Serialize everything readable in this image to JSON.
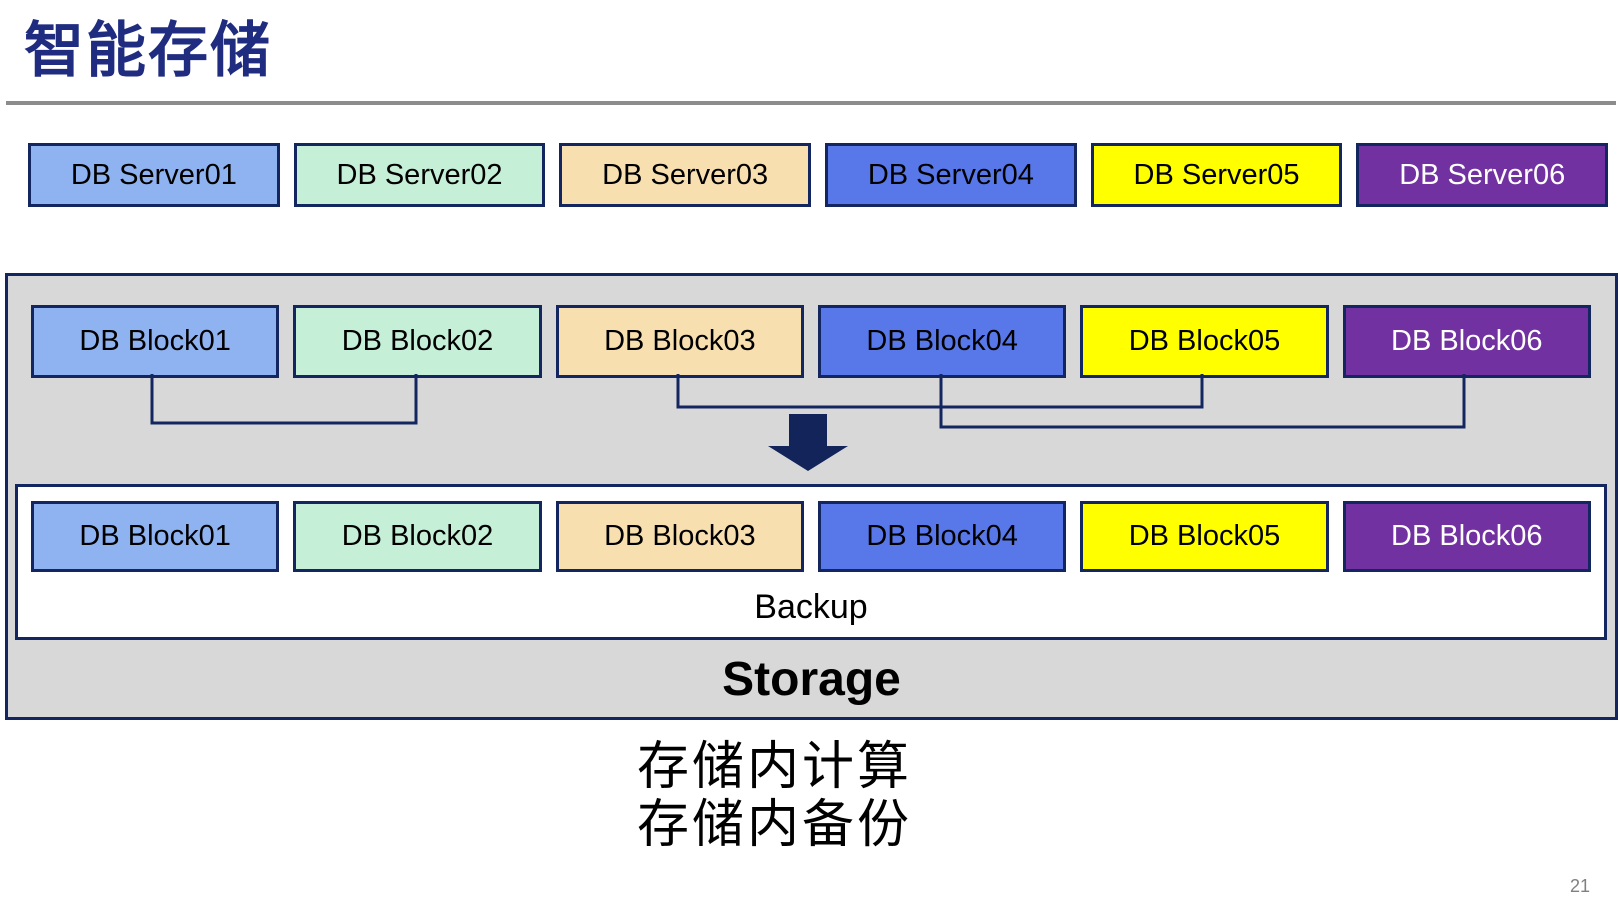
{
  "title": "智能存储",
  "page_number": "21",
  "colors": {
    "title": "#1F2C80",
    "box_border": "#13265F",
    "connector": "#13265F",
    "arrow": "#122459",
    "storage_panel_fill": "#D8D8D8",
    "backup_panel_fill": "#FFFFFF",
    "divider": "#8C8C8C",
    "palette": [
      "#8FB3F0",
      "#C5EFD7",
      "#F8DFB0",
      "#5877E8",
      "#FFFF00",
      "#7231A0"
    ]
  },
  "servers": [
    {
      "label": "DB Server01",
      "bg": "#8FB3F0",
      "fg": "#000000"
    },
    {
      "label": "DB Server02",
      "bg": "#C5EFD7",
      "fg": "#000000"
    },
    {
      "label": "DB Server03",
      "bg": "#F8DFB0",
      "fg": "#000000"
    },
    {
      "label": "DB Server04",
      "bg": "#5877E8",
      "fg": "#000000"
    },
    {
      "label": "DB Server05",
      "bg": "#FFFF00",
      "fg": "#000000"
    },
    {
      "label": "DB Server06",
      "bg": "#7231A0",
      "fg": "#FFFFFF"
    }
  ],
  "storage": {
    "blocks": [
      {
        "label": "DB Block01",
        "bg": "#8FB3F0",
        "fg": "#000000"
      },
      {
        "label": "DB Block02",
        "bg": "#C5EFD7",
        "fg": "#000000"
      },
      {
        "label": "DB Block03",
        "bg": "#F8DFB0",
        "fg": "#000000"
      },
      {
        "label": "DB Block04",
        "bg": "#5877E8",
        "fg": "#000000"
      },
      {
        "label": "DB Block05",
        "bg": "#FFFF00",
        "fg": "#000000"
      },
      {
        "label": "DB Block06",
        "bg": "#7231A0",
        "fg": "#FFFFFF"
      }
    ],
    "connections": [
      {
        "from": "DB Block01",
        "to": "DB Block02"
      },
      {
        "from": "DB Block03",
        "to": "DB Block05"
      },
      {
        "from": "DB Block04",
        "to": "DB Block06"
      }
    ],
    "backup_label": "Backup",
    "storage_label": "Storage"
  },
  "caption": {
    "line1": "存储内计算",
    "line2": "存储内备份"
  }
}
